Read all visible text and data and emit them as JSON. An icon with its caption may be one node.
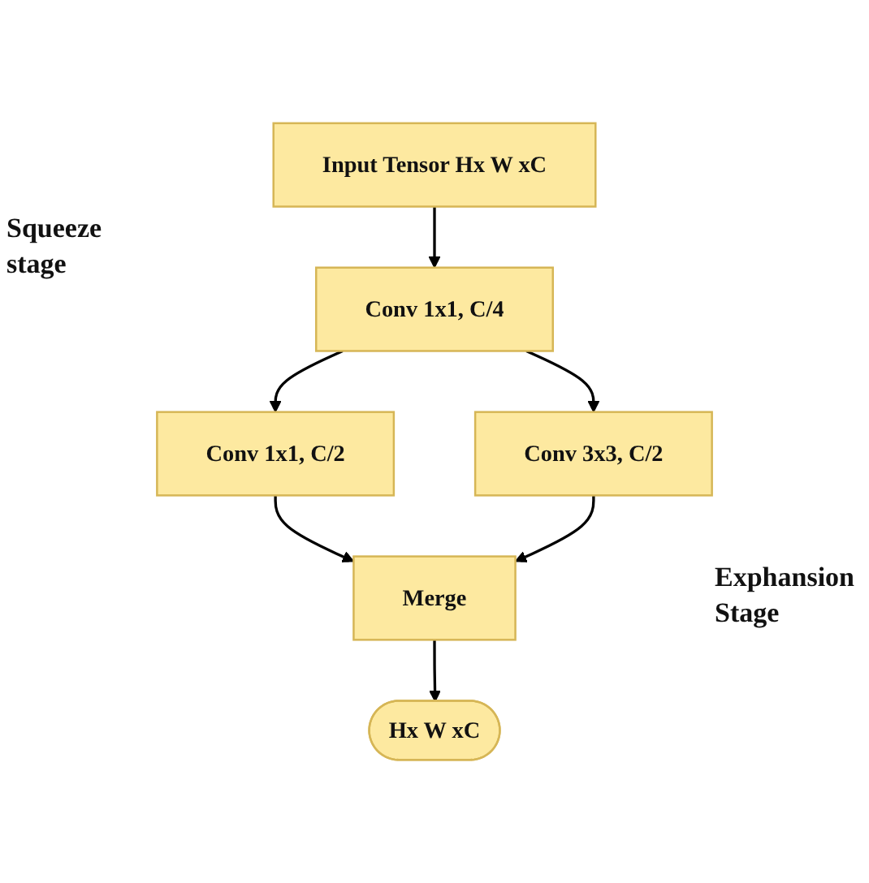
{
  "diagram": {
    "nodes": [
      {
        "text": [
          "Input Tensor Hx W xC"
        ]
      },
      {
        "text": [
          "Conv 1x1, C/4"
        ]
      },
      {
        "text": [
          "Conv 1x1, C/2"
        ]
      },
      {
        "text": [
          "Conv 3x3, C/2"
        ]
      },
      {
        "text": [
          "Merge"
        ]
      },
      {
        "text": [
          "Hx W xC"
        ]
      }
    ],
    "edges": [
      {
        "from": 0,
        "to": 1,
        "arrow": "to"
      },
      {
        "from": 1,
        "to": 2,
        "arrow": "to"
      },
      {
        "from": 1,
        "to": 3,
        "arrow": "to"
      },
      {
        "from": 2,
        "to": 4,
        "arrow": "to"
      },
      {
        "from": 3,
        "to": 4,
        "arrow": "to"
      },
      {
        "from": 4,
        "to": 5,
        "arrow": "to"
      }
    ],
    "labels": [
      "Squeeze stage",
      "Exphansion Stage"
    ]
  }
}
